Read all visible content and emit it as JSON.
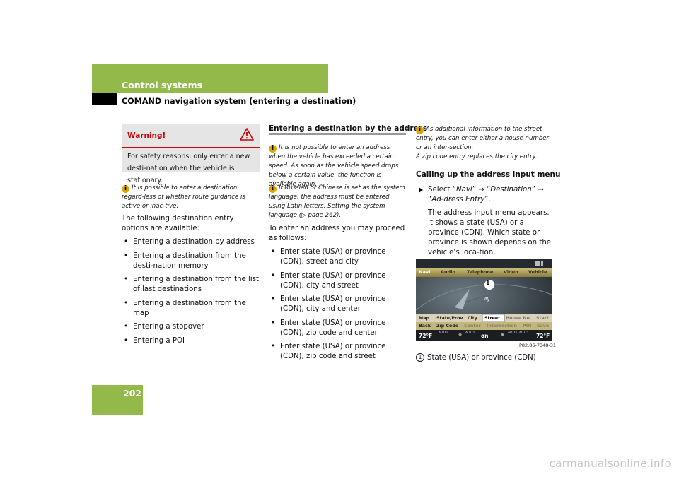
{
  "header": {
    "title": "Control systems",
    "subtitle": "COMAND navigation system (entering a destination)"
  },
  "page_number": "202",
  "warning": {
    "title": "Warning!",
    "text": "For safety reasons, only enter a new desti-nation when the vehicle is stationary."
  },
  "left_column": {
    "note": "It is possible to enter a destination regard-less of whether route guidance is active or inac-tive.",
    "intro": "The following destination entry options are available:",
    "options": [
      "Entering a destination by address",
      "Entering a destination from the desti-nation memory",
      "Entering a destination from the list of last destinations",
      "Entering a destination from the map",
      "Entering a stopover",
      "Entering a POI"
    ]
  },
  "middle_column": {
    "heading": "Entering a destination by the address",
    "note1": "It is not possible to enter an address when the vehicle has exceeded a certain speed. As soon as the vehicle speed drops below a certain value, the function is available again.",
    "note2_a": "If Russian or Chinese is set as the system language, the address must be entered using Latin letters. Setting the system language",
    "note2_b": "page 262).",
    "intro": "To enter an address you may proceed as follows:",
    "options": [
      "Enter state (USA) or province (CDN), street and city",
      "Enter state (USA) or province (CDN), city and street",
      "Enter state (USA) or province (CDN), city and center",
      "Enter state (USA) or province (CDN), zip code and center",
      "Enter state (USA) or province (CDN), zip code and street"
    ]
  },
  "right_column": {
    "note_a": "As additional information to the street entry, you can enter either a house number or an inter-section.",
    "note_b": "A zip code entry replaces the city entry.",
    "heading": "Calling up the address input menu",
    "step_prefix": "Select “",
    "step_navi": "Navi",
    "step_mid1": "” → “",
    "step_dest": "Destination",
    "step_mid2": "” → “",
    "step_addr": "Ad-dress Entry",
    "step_end": "”.",
    "step_desc": "The address input menu appears. It shows a state (USA) or a province (CDN). Which state or province is shown depends on the vehicle’s loca-tion.",
    "figure": {
      "top_menu": [
        "Navi",
        "Audio",
        "Telephone",
        "Video",
        "Vehicle"
      ],
      "entry_row": [
        "Map",
        "State/Prov",
        "City",
        "Street",
        "House No.",
        "Start"
      ],
      "bottom_row": [
        "Back",
        "Zip Code",
        "Center",
        "Intersection",
        "POI",
        "Save"
      ],
      "climate_left": "72°F",
      "climate_right": "72°F",
      "climate_mid": "on",
      "auto": "AUTO",
      "marker": "NJ",
      "callout": "1",
      "code": "P82.86-7348-31"
    },
    "caption_num": "1",
    "caption": "State (USA) or province (CDN)"
  },
  "watermark": "carmanualsonline.info",
  "colors": {
    "header_green": "#93b94a",
    "warning_red": "#cc0000",
    "info_yellow": "#dca600"
  }
}
